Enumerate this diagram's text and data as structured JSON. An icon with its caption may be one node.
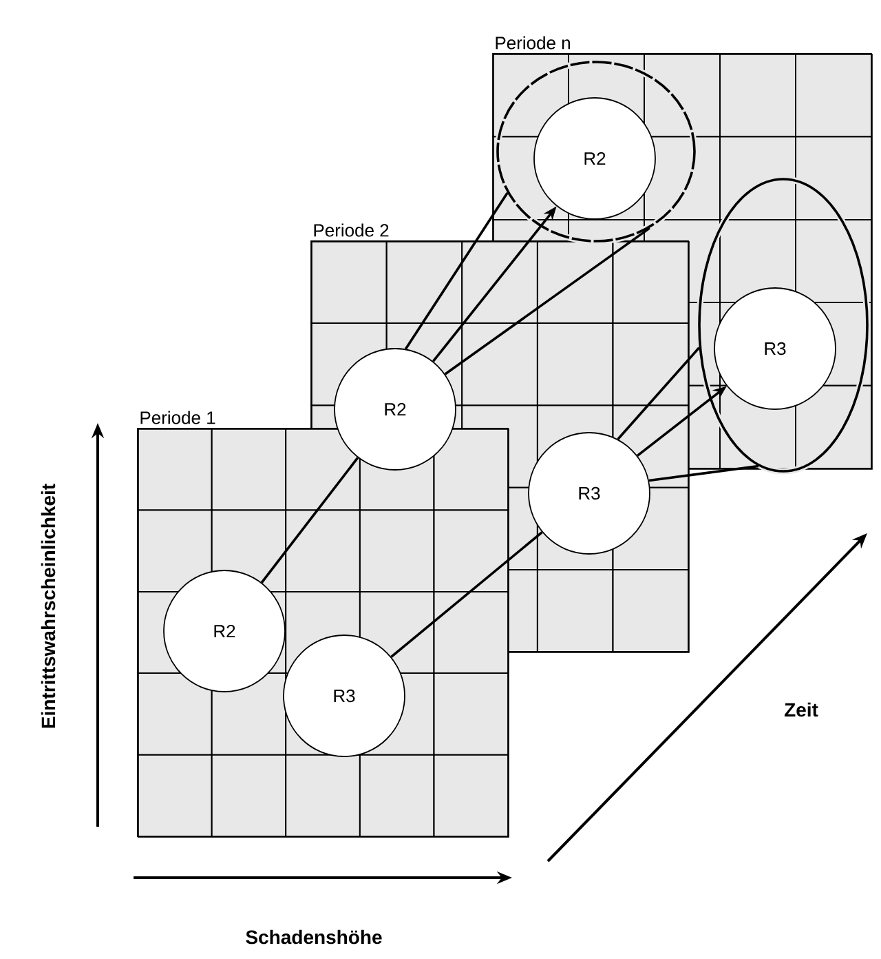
{
  "diagram": {
    "nodes": [
      {
        "text": [
          "Periode n"
        ]
      },
      {
        "text": [],
        "shape": "circle",
        "in": 0
      },
      {
        "text": [
          "R2"
        ],
        "in": 1
      },
      {
        "text": [],
        "shape": "ellipse",
        "in": 0
      },
      {
        "text": [
          "R3"
        ],
        "in": 3
      },
      {
        "text": [
          "Periode 2"
        ]
      },
      {
        "text": [
          "R2"
        ],
        "in": 5
      },
      {
        "text": [
          "R3"
        ],
        "in": 5
      },
      {
        "text": [
          "Periode 1"
        ]
      },
      {
        "text": [
          "R2"
        ],
        "in": 8
      },
      {
        "text": [
          "R3"
        ],
        "in": 8
      }
    ],
    "edges": [
      {
        "from": 9,
        "to": 6,
        "arrow": "none"
      },
      {
        "from": 10,
        "to": 7,
        "arrow": "none"
      },
      {
        "from": 6,
        "to": 2,
        "arrow": "to"
      },
      {
        "from": 6,
        "to": 1,
        "arrow": "none"
      },
      {
        "from": 6,
        "to": 1,
        "arrow": "none"
      },
      {
        "from": 7,
        "to": 4,
        "arrow": "to"
      },
      {
        "from": 7,
        "to": 3,
        "arrow": "none"
      },
      {
        "from": 7,
        "to": 3,
        "arrow": "none"
      }
    ],
    "labels": [
      "Eintrittswahrscheinlichkeit",
      "Schadenshöhe",
      "Zeit"
    ]
  }
}
